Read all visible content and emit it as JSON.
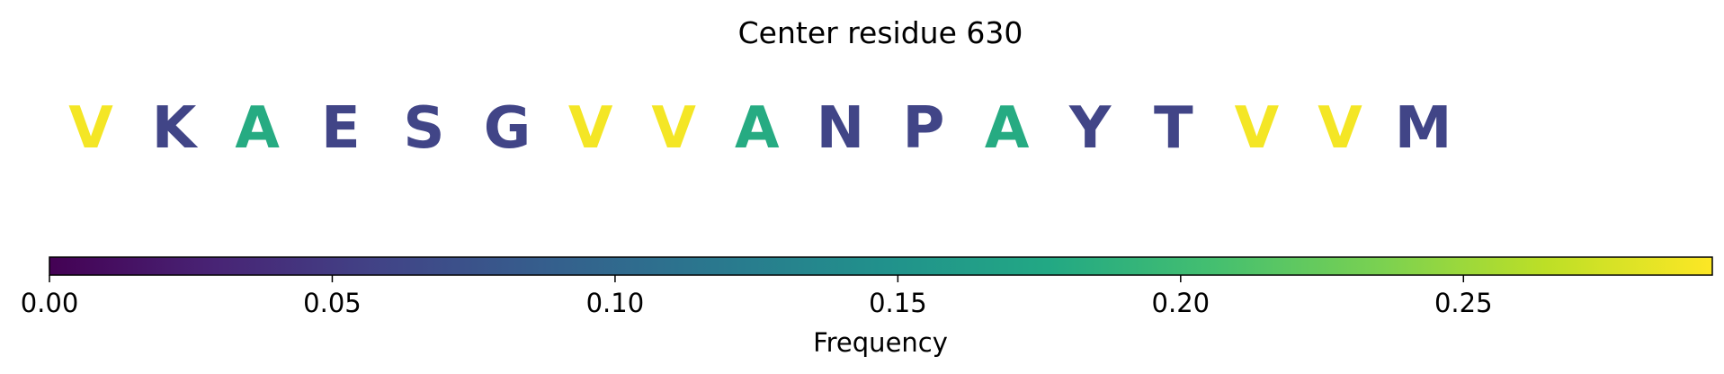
{
  "chart_data": {
    "type": "sequence-logo-colorbar",
    "title": "Center residue 630",
    "residues": [
      {
        "letter": "V",
        "frequency": 0.29
      },
      {
        "letter": "K",
        "frequency": 0.06
      },
      {
        "letter": "A",
        "frequency": 0.18
      },
      {
        "letter": "E",
        "frequency": 0.06
      },
      {
        "letter": "S",
        "frequency": 0.06
      },
      {
        "letter": "G",
        "frequency": 0.06
      },
      {
        "letter": "V",
        "frequency": 0.29
      },
      {
        "letter": "V",
        "frequency": 0.29
      },
      {
        "letter": "A",
        "frequency": 0.18
      },
      {
        "letter": "N",
        "frequency": 0.06
      },
      {
        "letter": "P",
        "frequency": 0.06
      },
      {
        "letter": "A",
        "frequency": 0.18
      },
      {
        "letter": "Y",
        "frequency": 0.06
      },
      {
        "letter": "T",
        "frequency": 0.06
      },
      {
        "letter": "V",
        "frequency": 0.29
      },
      {
        "letter": "V",
        "frequency": 0.29
      },
      {
        "letter": "M",
        "frequency": 0.06
      }
    ],
    "colorbar": {
      "colormap": "viridis",
      "range": [
        0.0,
        0.294
      ],
      "ticks": [
        0.0,
        0.05,
        0.1,
        0.15,
        0.2,
        0.25
      ],
      "tick_labels": [
        "0.00",
        "0.05",
        "0.10",
        "0.15",
        "0.20",
        "0.25"
      ],
      "label": "Frequency"
    }
  }
}
